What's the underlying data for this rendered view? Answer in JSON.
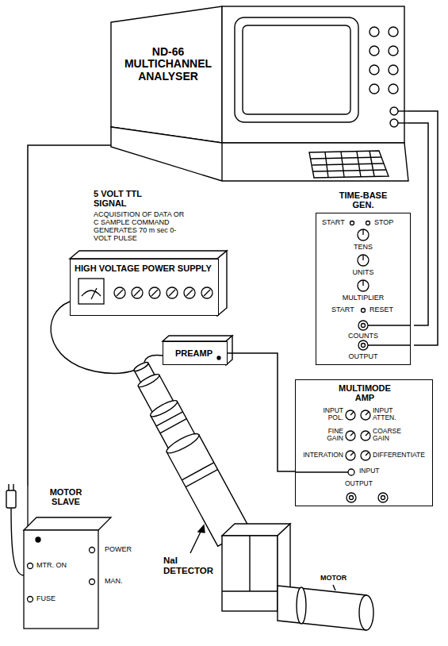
{
  "diagram": {
    "nodes": [
      {
        "text": [
          "ND-66 MULTICHANNEL ANALYSER"
        ]
      },
      {
        "text": [
          "TIME-BASE GEN.",
          "START",
          "STOP",
          "TENS",
          "UNITS",
          "MULTIPLIER",
          "START",
          "RESET",
          "COUNTS",
          "OUTPUT"
        ]
      },
      {
        "text": [
          "HIGH VOLTAGE POWER SUPPLY"
        ]
      },
      {
        "text": [
          "PREAMP"
        ]
      },
      {
        "text": [
          "MULTIMODE AMP",
          "INPUT POL.",
          "INPUT ATTEN.",
          "FINE GAIN",
          "COARSE GAIN",
          "INTERATION",
          "DIFFERENTIATE",
          "INPUT",
          "OUTPUT"
        ]
      },
      {
        "text": [
          "MOTOR SLAVE",
          "POWER",
          "MTR. ON",
          "MAN.",
          "FUSE"
        ]
      }
    ],
    "edges": [
      {
        "from": 0,
        "to": 1,
        "arrow": "none"
      },
      {
        "from": 0,
        "to": 1,
        "arrow": "none"
      },
      {
        "from": 3,
        "to": 4,
        "arrow": "none"
      },
      {
        "from": 0,
        "to": 5,
        "arrow": "none"
      }
    ],
    "labels": [
      "5 VOLT TTL SIGNAL",
      "ACQUISITION OF DATA OR C SAMPLE COMMAND GENERATES 70 m sec 0-VOLT PULSE",
      "NaI DETECTOR",
      "MOTOR"
    ]
  }
}
